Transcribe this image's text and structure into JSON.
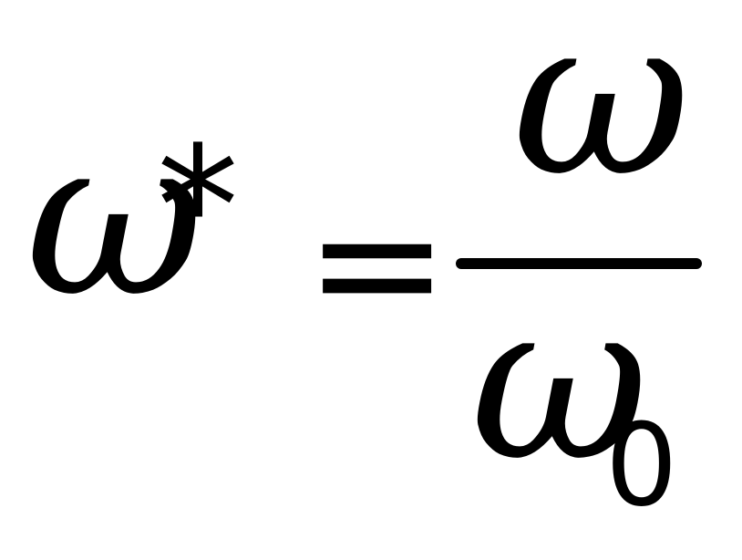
{
  "equation": {
    "lhs_symbol": "ω",
    "lhs_superscript": "*",
    "relation": "=",
    "numerator": "ω",
    "denominator_symbol": "ω",
    "denominator_subscript": "0"
  },
  "colors": {
    "ink": "#000000",
    "background": "#ffffff"
  }
}
